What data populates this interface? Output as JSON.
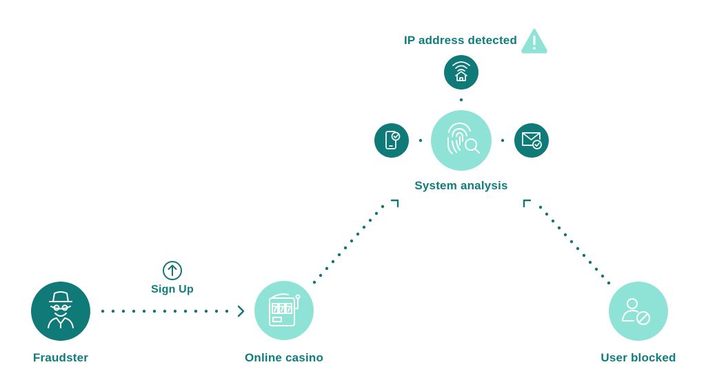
{
  "colors": {
    "dark_teal": "#0f7a78",
    "light_teal": "#8fe3d6",
    "text": "#0e7d7b",
    "dots": "#127473",
    "warning": "#8fe3d6"
  },
  "nodes": {
    "fraudster": {
      "label": "Fraudster",
      "icon": "fraudster-icon"
    },
    "casino": {
      "label": "Online casino",
      "icon": "slot-machine-icon"
    },
    "system": {
      "label": "System analysis",
      "icon": "fingerprint-search-icon"
    },
    "blocked": {
      "label": "User blocked",
      "icon": "user-blocked-icon"
    },
    "ip": {
      "label": "IP address detected",
      "icon": "wifi-home-icon",
      "alert_icon": "warning-icon"
    },
    "phone": {
      "icon": "phone-check-icon"
    },
    "email": {
      "icon": "email-check-icon"
    }
  },
  "edges": {
    "signup": {
      "label": "Sign Up",
      "icon": "arrow-up-circle-icon"
    }
  }
}
